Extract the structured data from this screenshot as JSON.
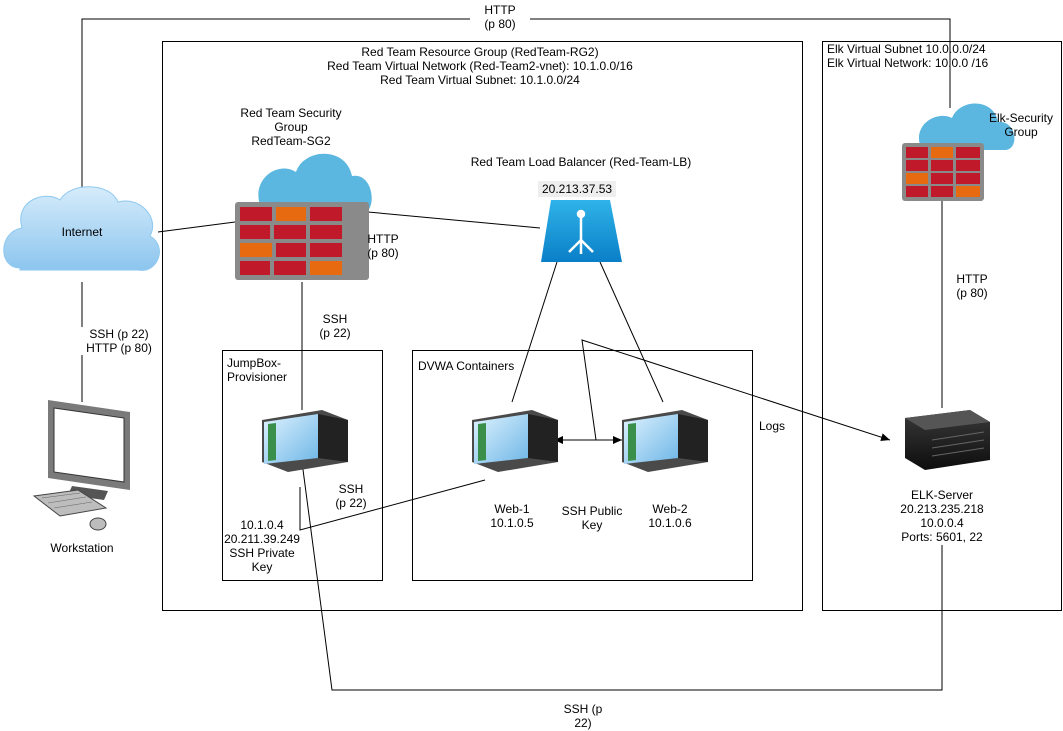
{
  "http_top": "HTTP\n(p 80)",
  "rg_title": "Red Team Resource Group (RedTeam-RG2)\nRed Team Virtual Network (Red-Team2-vnet): 10.1.0.0/16\nRed Team Virtual Subnet: 10.1.0.0/24",
  "elk_net": "Elk Virtual Subnet 10.0.0.0/24\nElk Virtual Network: 10.0.0 /16",
  "security_group": "Red Team Security\nGroup\nRedTeam-SG2",
  "load_balancer_name": "Red Team Load Balancer (Red-Team-LB)",
  "lb_ip": "20.213.37.53",
  "elk_security_group": "Elk-Security\nGroup",
  "internet": "Internet",
  "http_sg": "HTTP\n(p 80)",
  "http_elk": "HTTP\n(p 80)",
  "ssh_internet": "SSH (p 22)\nHTTP (p 80)",
  "ssh_jump": "SSH\n(p 22)",
  "jumpbox_title": "JumpBox-\nProvisioner",
  "dvwa_title": "DVWA Containers",
  "logs": "Logs",
  "ssh_jump_internal": "SSH\n(p 22)",
  "jumpbox_info": "10.1.0.4\n20.211.39.249\nSSH Private\nKey",
  "web1": "Web-1\n10.1.0.5",
  "ssh_public_key": "SSH Public\nKey",
  "web2": "Web-2\n10.1.0.6",
  "elk_server": "ELK-Server\n20.213.235.218\n10.0.0.4\nPorts: 5601, 22",
  "workstation": "Workstation",
  "ssh_bottom": "SSH (p\n22)"
}
